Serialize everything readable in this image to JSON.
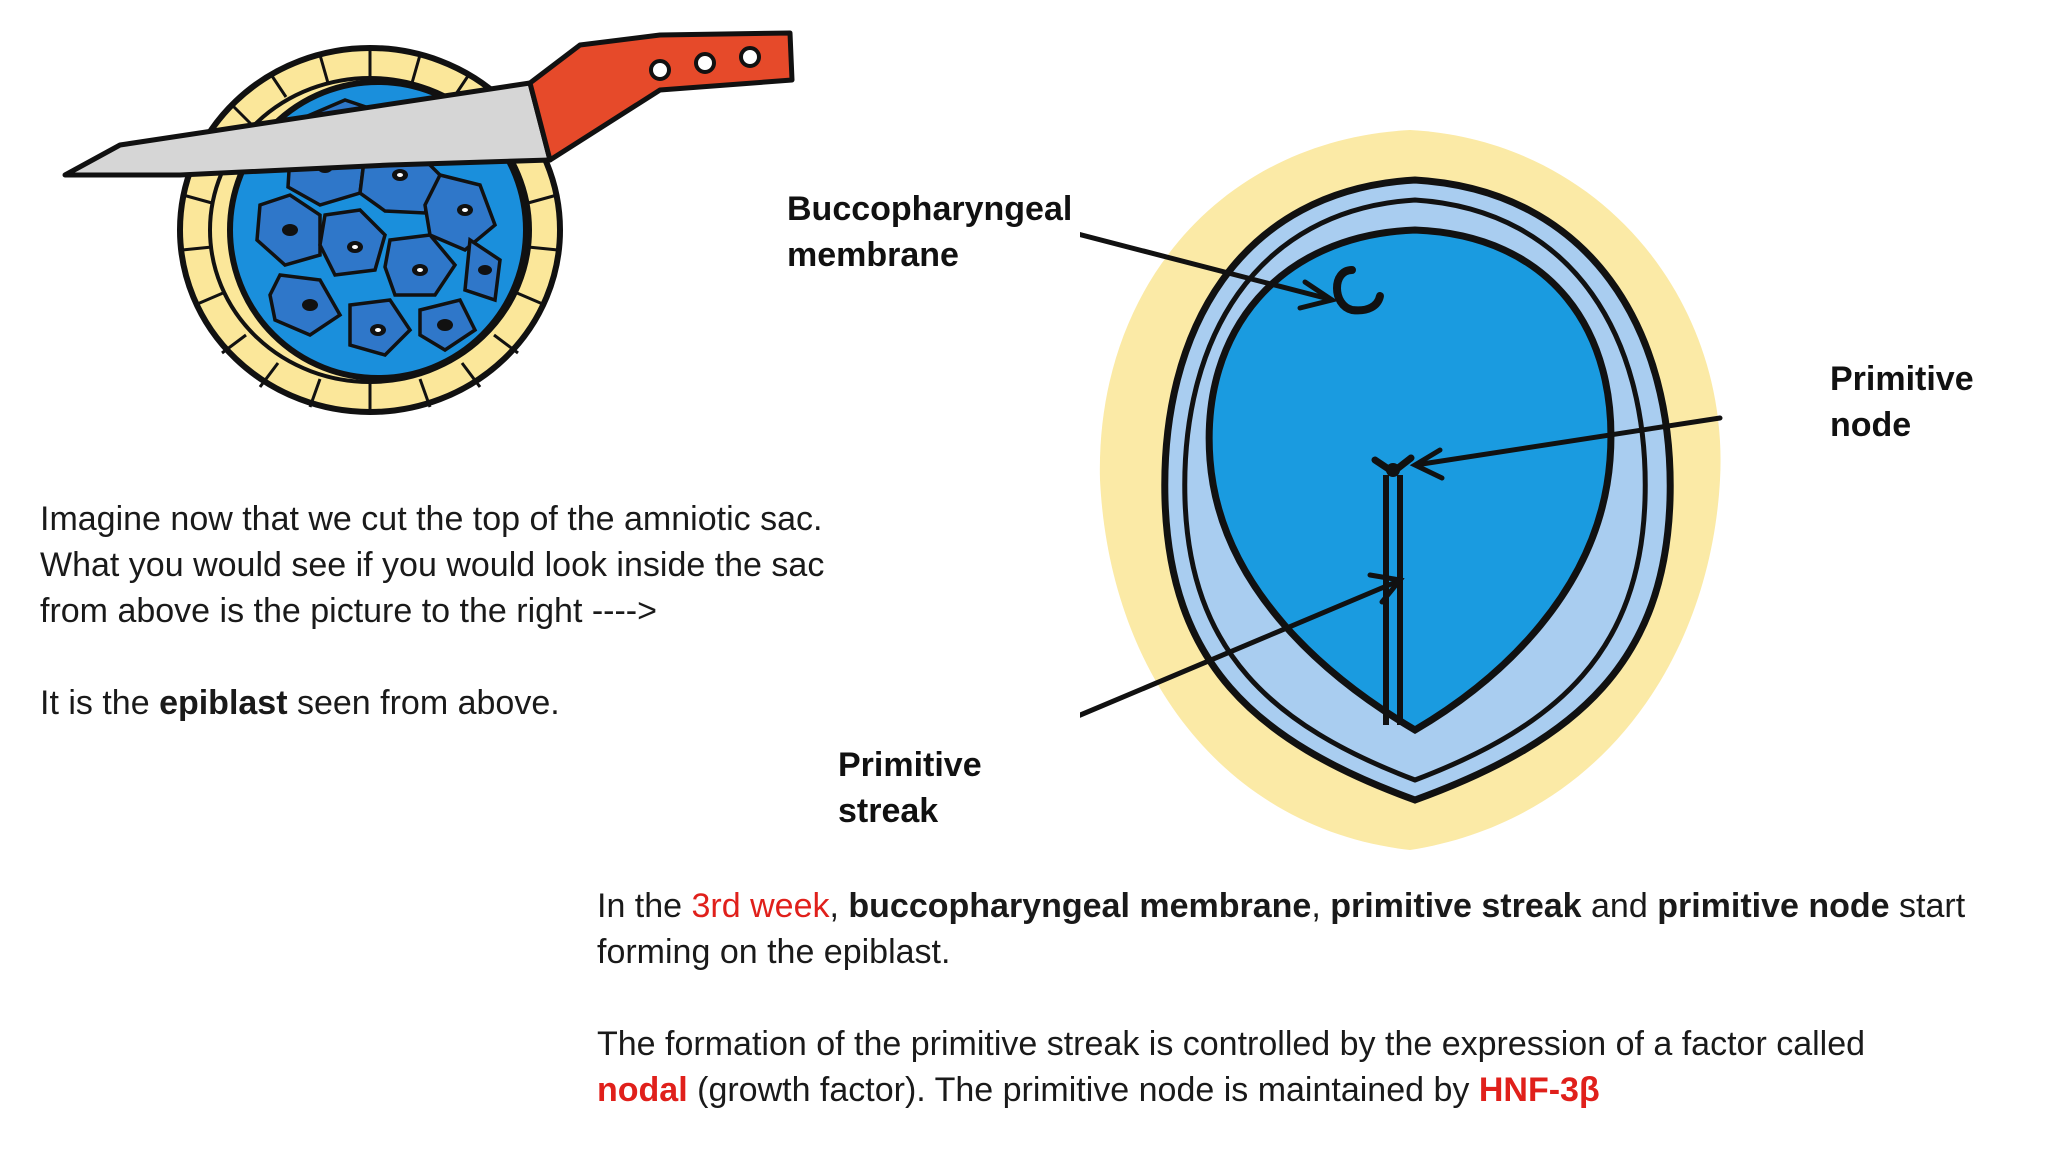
{
  "colors": {
    "red_accent": "#e0201b",
    "epiblast_blue": "#1a9be0",
    "amnion_light_blue": "#a9cdf0",
    "yolk_yellow": "#fbeaa6",
    "knife_handle": "#e64a2a",
    "blade_grey": "#d6d6d6"
  },
  "labels": {
    "bucco_1": "Buccopharyngeal",
    "bucco_2": "membrane",
    "node_1": "Primitive",
    "node_2": "node",
    "streak_1": "Primitive",
    "streak_2": "streak"
  },
  "intro": {
    "line1": "Imagine now that we cut the top of the amniotic sac.",
    "line2": "What you would see if you would look inside the sac",
    "line3": "from above is the picture to the right ---->",
    "line4_pre": "It is the ",
    "line4_bold": "epiblast",
    "line4_post": " seen from above."
  },
  "bottom": {
    "p1_a": "In the ",
    "p1_red": "3rd week",
    "p1_b": ", ",
    "p1_bold1": "buccopharyngeal membrane",
    "p1_c": ", ",
    "p1_bold2": "primitive streak",
    "p1_d": " and ",
    "p1_bold3": "primitive node",
    "p1_e": " start",
    "p1_line2": "forming on the epiblast.",
    "p2_line1": "The formation of the primitive streak is controlled by the expression of a factor called",
    "p2_red1": "nodal",
    "p2_mid": " (growth factor). The primitive node is maintained by ",
    "p2_red2": "HNF-3β"
  }
}
